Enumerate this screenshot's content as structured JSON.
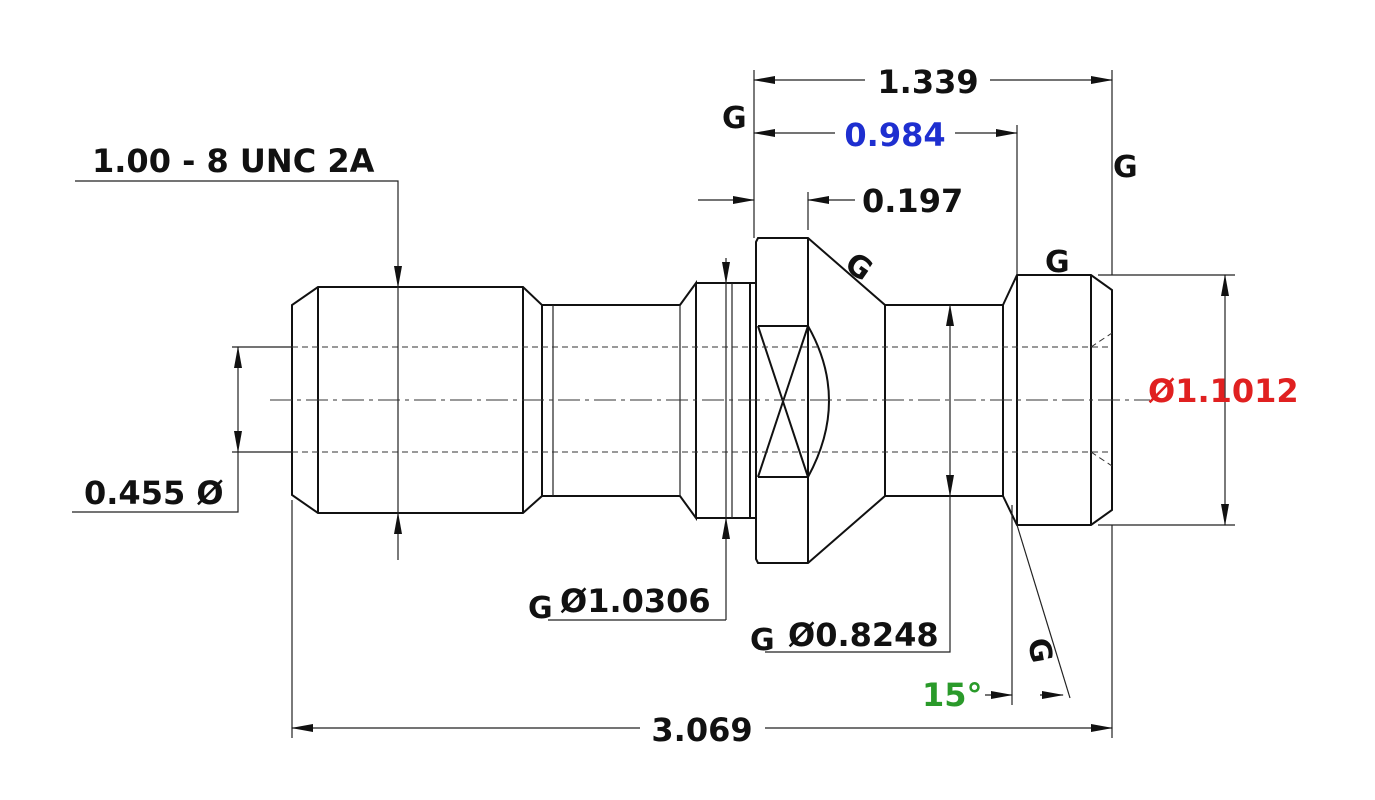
{
  "thread_callout": "1.00 - 8 UNC 2A",
  "bore_dia": "0.455 Ø",
  "overall_length": "3.069",
  "head_length": "1.339",
  "head_to_flange": "0.984",
  "collar_length": "0.197",
  "flange_dia": "Ø1.1012",
  "collar_dia": "Ø1.0306",
  "neck_dia": "Ø0.8248",
  "angle": "15°",
  "g_mark": "G",
  "colors": {
    "line": "#111111",
    "blue": "#1e2fd0",
    "red": "#e02020",
    "green": "#2a9a2a"
  }
}
